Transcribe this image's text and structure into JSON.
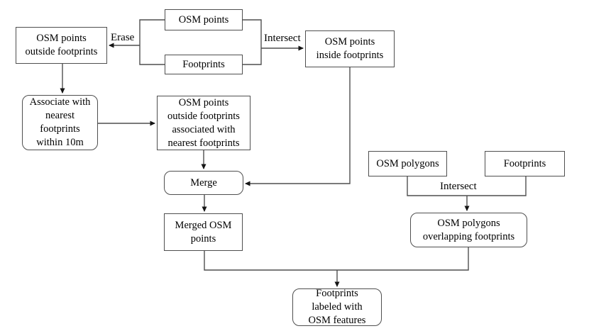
{
  "diagram": {
    "type": "flowchart",
    "background_color": "#ffffff",
    "line_color": "#4f4f4f",
    "arrowhead_color": "#151515",
    "text_color": "#000000",
    "nodes": {
      "osm_points_source": {
        "label": "OSM points",
        "shape": "rect"
      },
      "footprints_source": {
        "label": "Footprints",
        "shape": "rect"
      },
      "osm_points_outside": {
        "label": "OSM points\noutside footprints",
        "shape": "rect"
      },
      "osm_points_inside": {
        "label": "OSM points\ninside footprints",
        "shape": "rect"
      },
      "associate_nearest": {
        "label": "Associate with\nnearest\nfootprints\nwithin 10m",
        "shape": "rounded"
      },
      "osm_points_outside_associated": {
        "label": "OSM points\noutside footprints\nassociated with\nnearest footprints",
        "shape": "rect"
      },
      "merge": {
        "label": "Merge",
        "shape": "rounded"
      },
      "merged_osm_points": {
        "label": "Merged OSM\npoints",
        "shape": "rect"
      },
      "osm_polygons": {
        "label": "OSM polygons",
        "shape": "rect"
      },
      "footprints_right": {
        "label": "Footprints",
        "shape": "rect"
      },
      "osm_polygons_overlapping": {
        "label": "OSM polygons\noverlapping  footprints",
        "shape": "rounded"
      },
      "footprints_labeled": {
        "label": "Footprints\nlabeled with\nOSM features",
        "shape": "rounded"
      }
    },
    "edge_labels": {
      "erase": "Erase",
      "intersect_points": "Intersect",
      "intersect_polygons": "Intersect"
    }
  }
}
